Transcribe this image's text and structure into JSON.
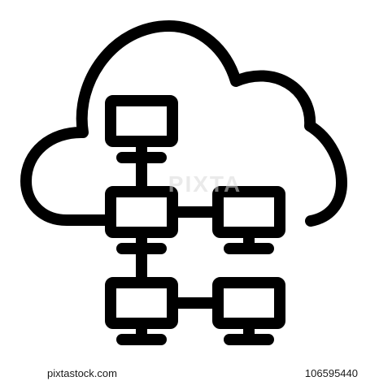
{
  "icon": {
    "name": "cloud-network-computers-icon",
    "stroke_color": "#000000",
    "background_color": "#ffffff"
  },
  "watermark": {
    "text": "PIXTA",
    "color": "#d9d9d9"
  },
  "footer": {
    "site": "pixtastock.com",
    "image_number": "106595440"
  }
}
